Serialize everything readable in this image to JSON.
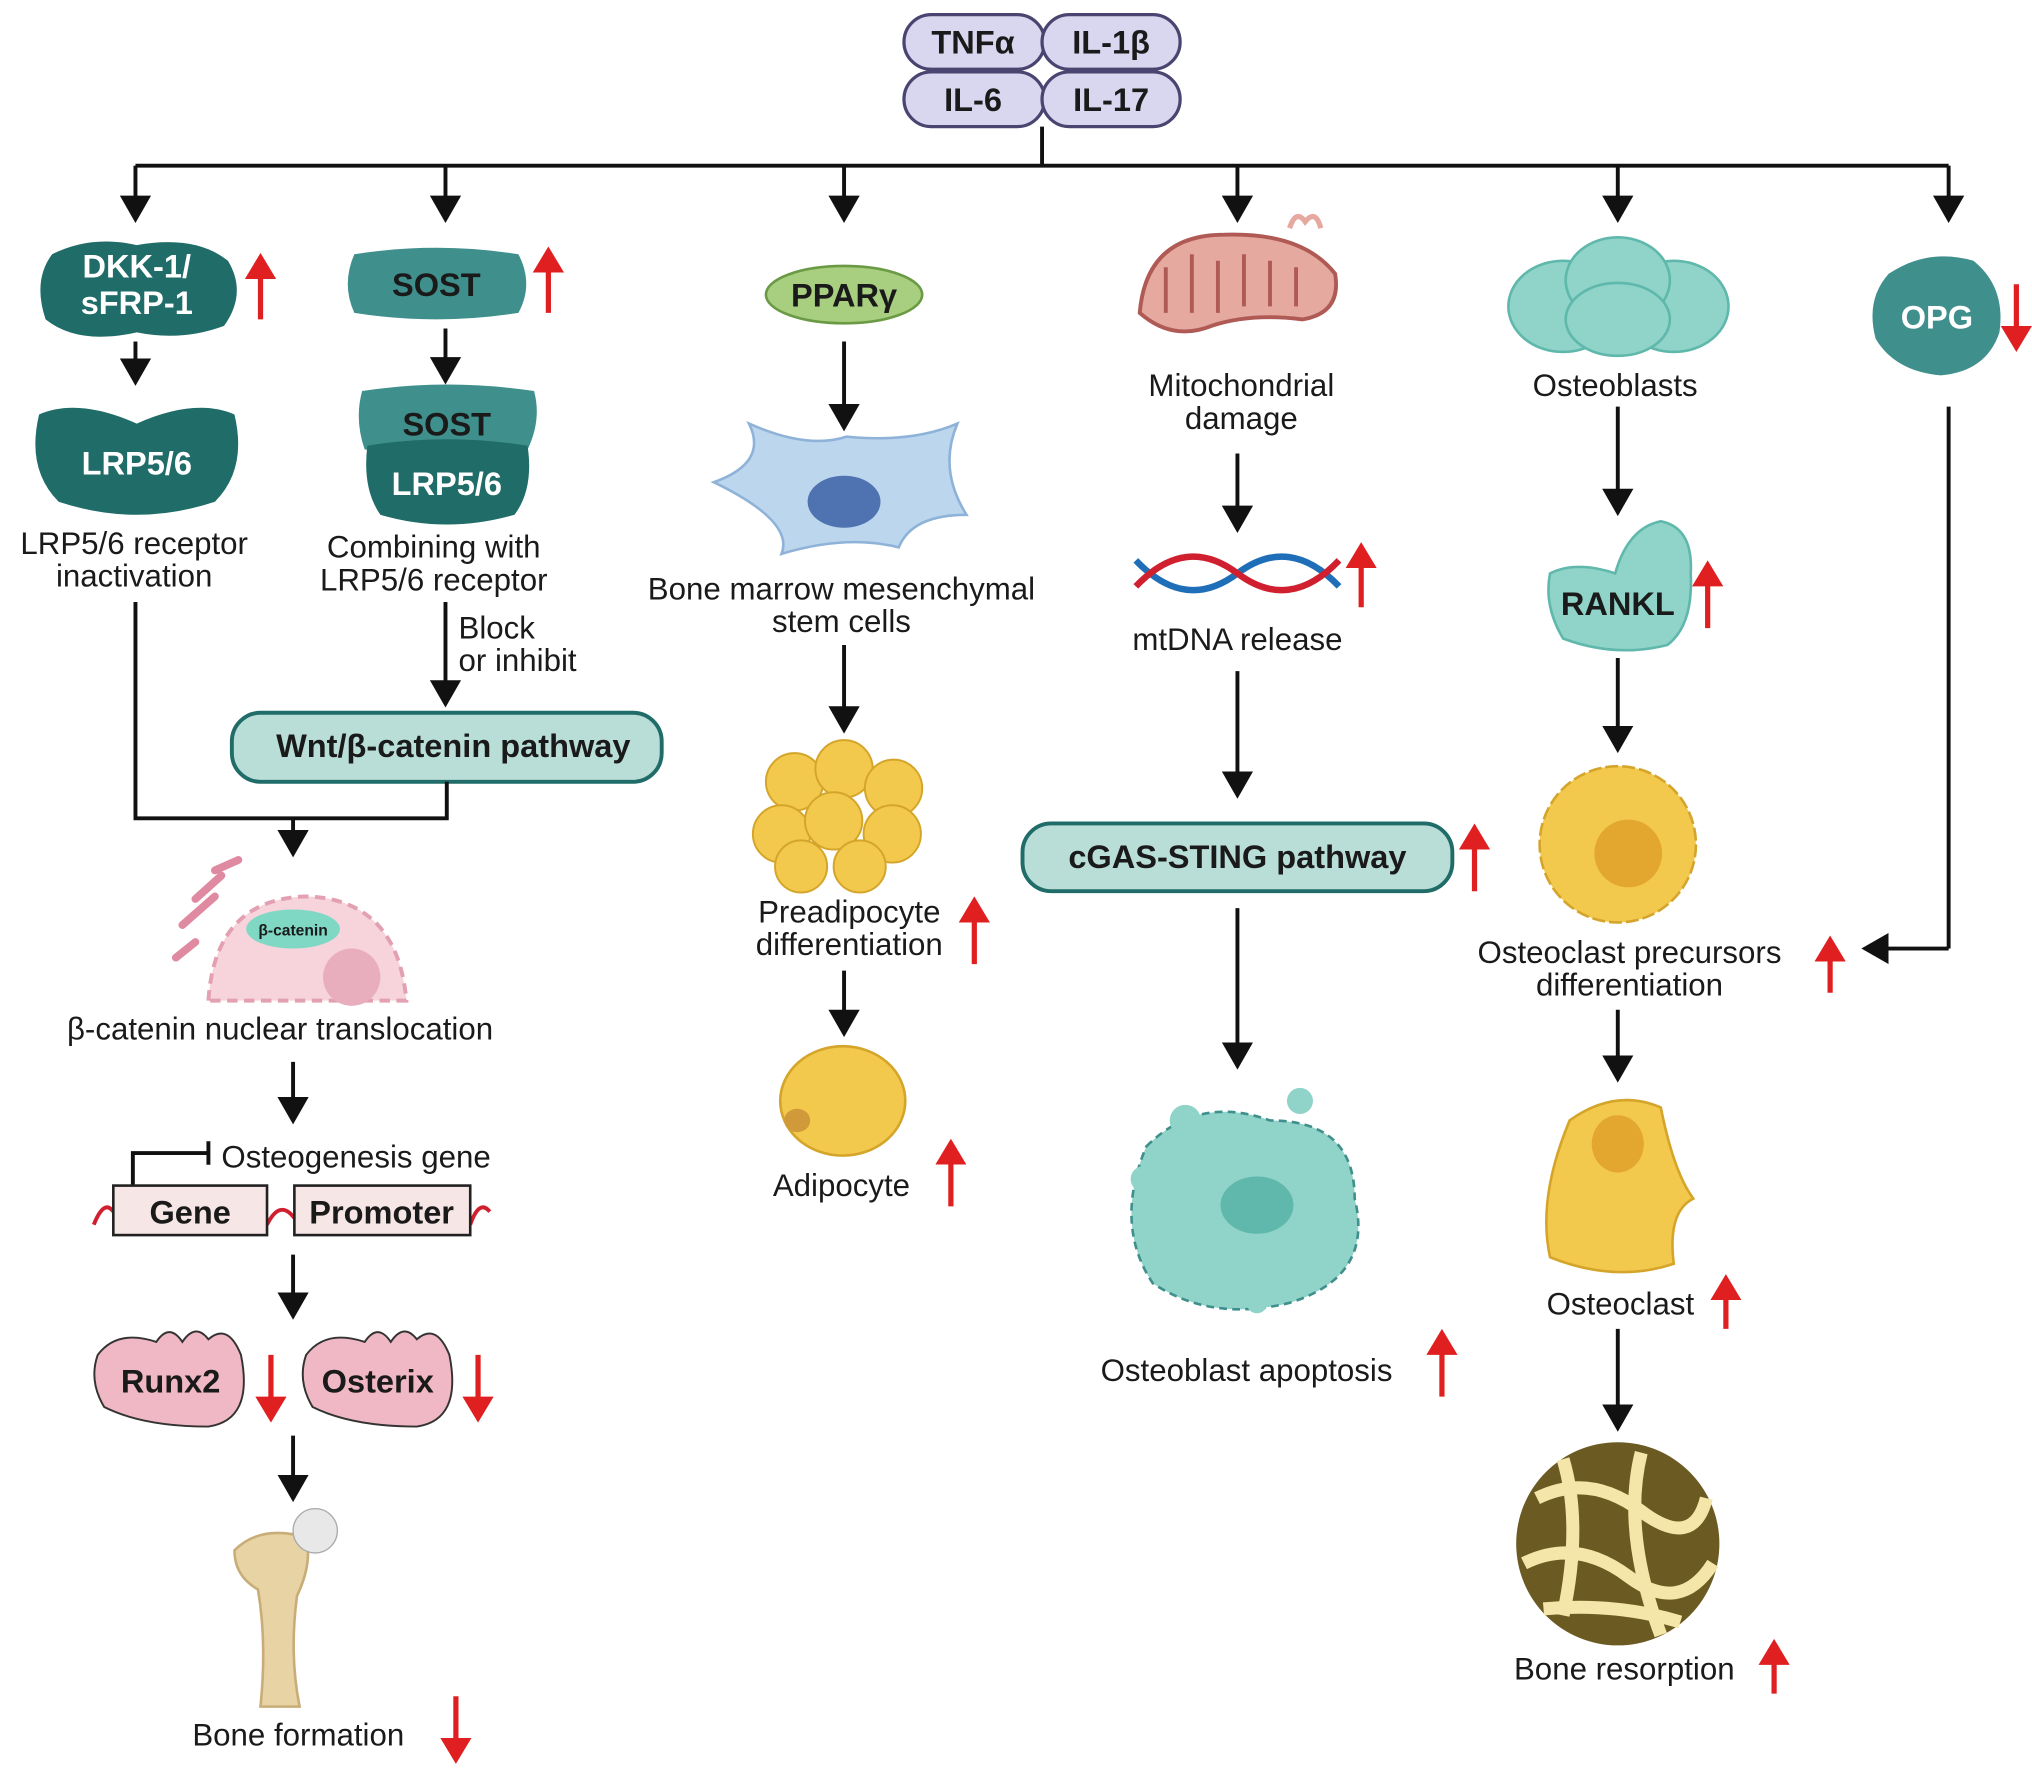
{
  "cytokines": [
    "TNFα",
    "IL-1β",
    "IL-6",
    "IL-17"
  ],
  "colors": {
    "dark_teal": "#1f6c68",
    "teal": "#3f8f8c",
    "light_teal": "#b9ddd7",
    "cytokine": "#d9d6f0",
    "increase": "#e02020",
    "pink": "#f0b8c4",
    "yellow": "#f2c94c",
    "pparg": "#a8cf7f"
  },
  "indicators": {
    "up": "increase",
    "down": "decrease"
  },
  "col1": {
    "dkk": [
      "DKK-1/",
      "sFRP-1"
    ],
    "dkk_change": "up",
    "lrp": "LRP5/6",
    "lrp_text": [
      "LRP5/6 receptor",
      "inactivation"
    ]
  },
  "col2": {
    "sost": "SOST",
    "sost_change": "up",
    "complex_top": "SOST",
    "complex_bottom": "LRP5/6",
    "text": [
      "Combining with",
      "LRP5/6 receptor"
    ],
    "block": [
      "Block",
      "or inhibit"
    ],
    "pathway": "Wnt/β-catenin pathway"
  },
  "beta": {
    "nucleus_label": "β-catenin",
    "text": "β-catenin nuclear translocation",
    "osteo_gene": "Osteogenesis gene",
    "gene": "Gene",
    "promoter": "Promoter",
    "runx2": "Runx2",
    "osterix": "Osterix",
    "runx2_change": "down",
    "osterix_change": "down",
    "bone_formation": "Bone formation",
    "bone_change": "down"
  },
  "col3": {
    "pparg": "PPARγ",
    "msc": [
      "Bone marrow mesenchymal",
      "stem cells"
    ],
    "preadipo": [
      "Preadipocyte",
      "differentiation"
    ],
    "preadipo_change": "up",
    "adipocyte": "Adipocyte",
    "adipocyte_change": "up"
  },
  "col4": {
    "mito": [
      "Mitochondrial",
      "damage"
    ],
    "mtdna": "mtDNA release",
    "mtdna_change": "up",
    "cgas": "cGAS-STING pathway",
    "cgas_change": "up",
    "apoptosis": "Osteoblast apoptosis",
    "apoptosis_change": "up"
  },
  "col5": {
    "osteoblasts": "Osteoblasts",
    "rankl": "RANKL",
    "rankl_change": "up",
    "precursors": [
      "Osteoclast precursors",
      "differentiation"
    ],
    "precursors_change": "up",
    "osteoclast": "Osteoclast",
    "osteoclast_change": "up",
    "resorption": "Bone resorption",
    "resorption_change": "up"
  },
  "col6": {
    "opg": "OPG",
    "opg_change": "down"
  }
}
